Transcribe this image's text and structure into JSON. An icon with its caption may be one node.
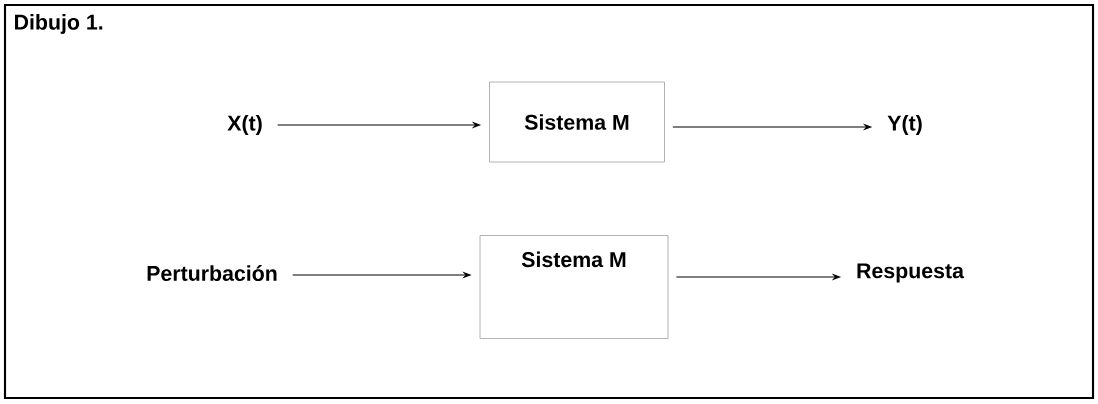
{
  "diagram": {
    "title": "Dibujo 1.",
    "nodes": [
      {
        "text": [
          "X(t)"
        ]
      },
      {
        "text": [
          "Sistema M"
        ]
      },
      {
        "text": [
          "Y(t)"
        ]
      },
      {
        "text": [
          "Perturbación"
        ]
      },
      {
        "text": [
          "Sistema M"
        ]
      },
      {
        "text": [
          "Respuesta"
        ]
      }
    ],
    "edges": [
      {
        "from": 0,
        "to": 1,
        "arrow": "to"
      },
      {
        "from": 1,
        "to": 2,
        "arrow": "to"
      },
      {
        "from": 3,
        "to": 4,
        "arrow": "to"
      },
      {
        "from": 4,
        "to": 5,
        "arrow": "to"
      }
    ]
  }
}
